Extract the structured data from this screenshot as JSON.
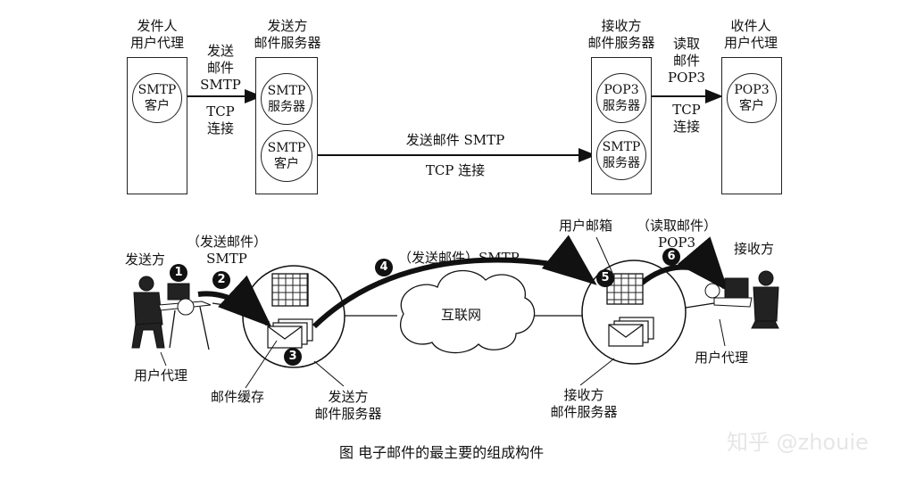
{
  "top": {
    "sender_agent": {
      "line1": "发件人",
      "line2": "用户代理",
      "client": [
        "SMTP",
        "客户"
      ]
    },
    "sender_server": {
      "line1": "发送方",
      "line2": "邮件服务器",
      "server": [
        "SMTP",
        "服务器"
      ],
      "client": [
        "SMTP",
        "客户"
      ]
    },
    "receiver_server": {
      "line1": "接收方",
      "line2": "邮件服务器",
      "pop3": [
        "POP3",
        "服务器"
      ],
      "smtp": [
        "SMTP",
        "服务器"
      ]
    },
    "receiver_agent": {
      "line1": "收件人",
      "line2": "用户代理",
      "client": [
        "POP3",
        "客户"
      ]
    },
    "link1": {
      "a": "发送",
      "b": "邮件",
      "c": "SMTP",
      "d": "TCP",
      "e": "连接"
    },
    "link2": {
      "a": "发送邮件 SMTP",
      "b": "TCP 连接"
    },
    "link3": {
      "a": "读取",
      "b": "邮件",
      "c": "POP3",
      "d": "TCP",
      "e": "连接"
    }
  },
  "bottom": {
    "sender_label": "发送方",
    "send_mail_paren": "（发送邮件）",
    "smtp": "SMTP",
    "user_agent_left": "用户代理",
    "mail_cache": "邮件缓存",
    "sender_server": [
      "发送方",
      "邮件服务器"
    ],
    "step4_label": "（发送邮件）SMTP",
    "internet": "互联网",
    "mailbox": "用户邮箱",
    "read_mail_paren": "（读取邮件）",
    "pop3": "POP3",
    "receiver_label": "接收方",
    "user_agent_right": "用户代理",
    "receiver_server": [
      "接收方",
      "邮件服务器"
    ],
    "steps": [
      "1",
      "2",
      "3",
      "4",
      "5",
      "6"
    ]
  },
  "caption": "图   电子邮件的最主要的组成构件",
  "watermark": "知乎 @zhouie"
}
